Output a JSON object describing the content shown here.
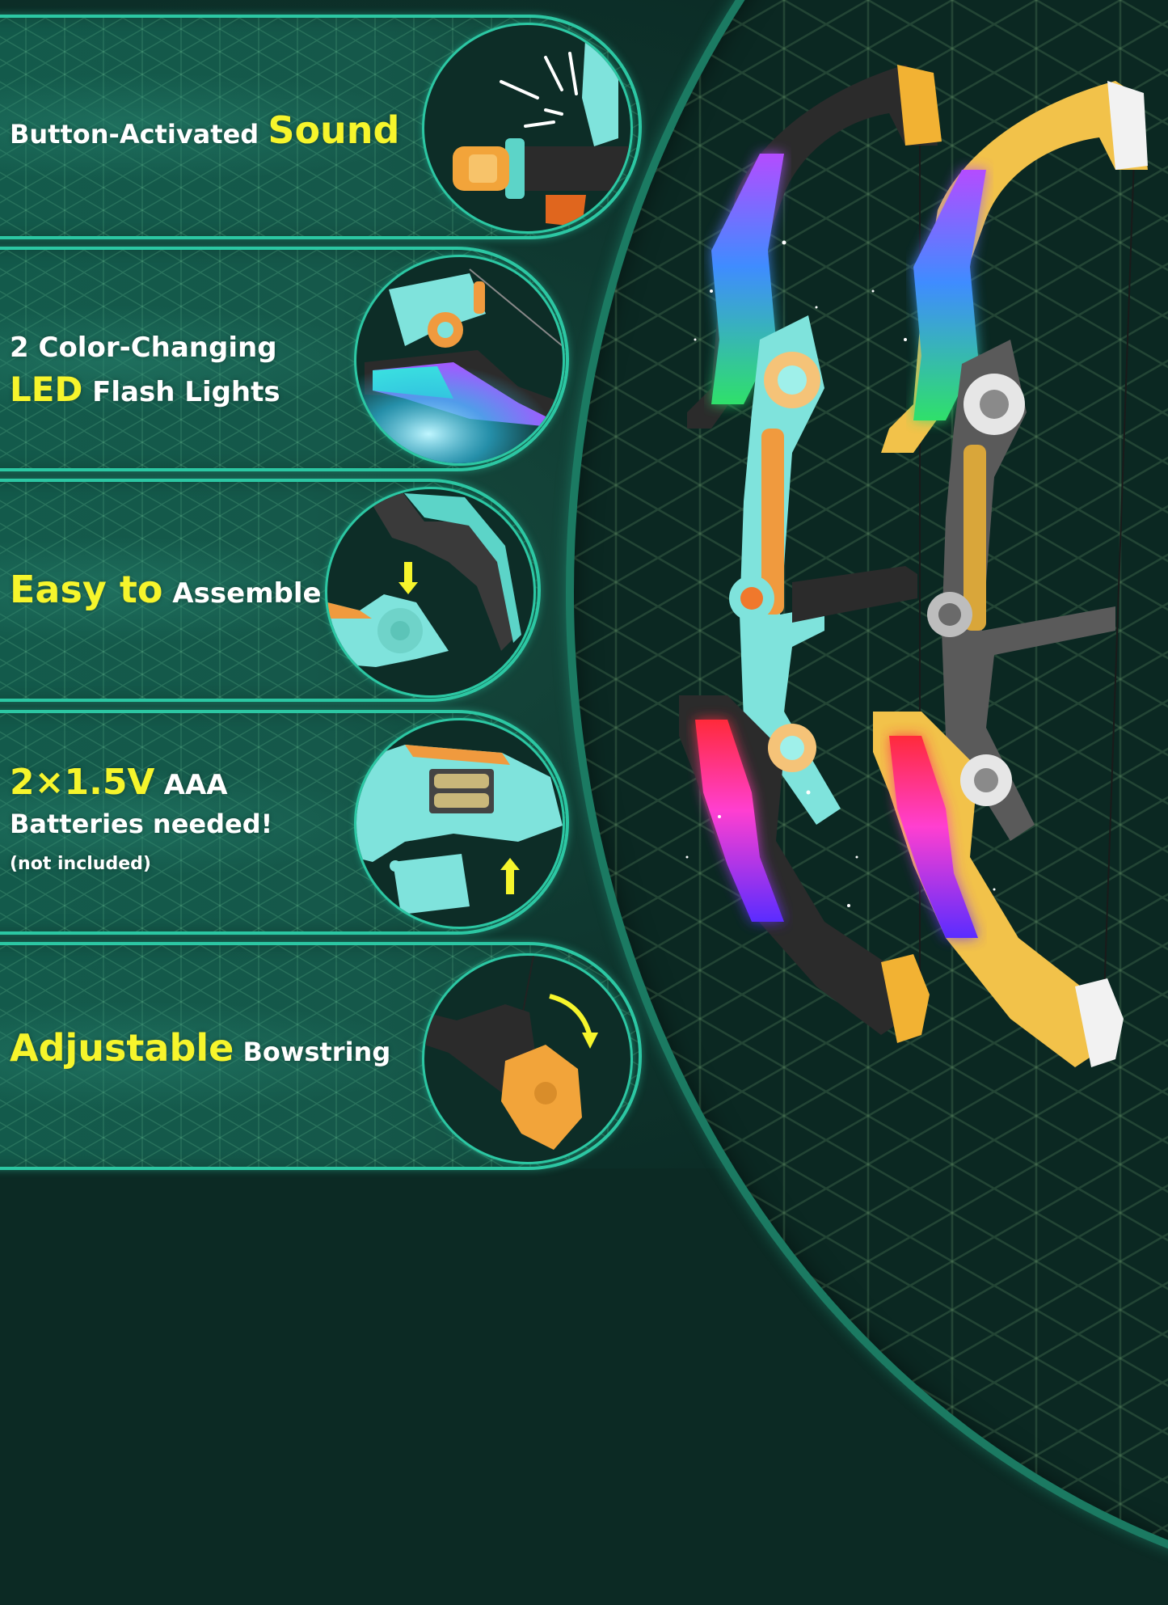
{
  "features": [
    {
      "id": "sound",
      "line1_white": "Button-Activated",
      "line1_yellow": "Sound",
      "image_alt": "bow button close-up with sound lines"
    },
    {
      "id": "led",
      "line1_white": "2 Color-Changing",
      "line2_yellow": "LED",
      "line2_white": "Flash Lights",
      "image_alt": "bow limb with glowing LED lights"
    },
    {
      "id": "assemble",
      "line1_yellow": "Easy to",
      "line1_white": "Assemble",
      "image_alt": "bow limb snapping into riser with arrow"
    },
    {
      "id": "batteries",
      "line1_yellow": "2×1.5V",
      "line1_white": "AAA",
      "line2_white": "Batteries needed!",
      "line3_white": "(not included)",
      "image_alt": "battery compartment with 2 AAA batteries and cover"
    },
    {
      "id": "bowstring",
      "line1_yellow": "Adjustable",
      "line1_white": "Bowstring",
      "image_alt": "bow tip with orange cap and curved arrow"
    }
  ],
  "product": {
    "items": [
      {
        "name": "teal-black-bow",
        "riser_color": "#7fe3dc",
        "limb_color": "#2a2a2a",
        "tip_color": "#f2b233"
      },
      {
        "name": "gold-gray-bow",
        "riser_color": "#5a5a5a",
        "limb_color": "#f2c24a",
        "tip_color": "#f0f0f0"
      }
    ],
    "led_colors_top": [
      "#b44cff",
      "#3f8cff",
      "#2fe06a"
    ],
    "led_colors_bottom": [
      "#ff2a3a",
      "#ff3fd0",
      "#5a2cff"
    ]
  },
  "colors": {
    "accent_yellow": "#f6f52c",
    "panel_border": "#2cc7a3",
    "background": "#0c2a24"
  }
}
